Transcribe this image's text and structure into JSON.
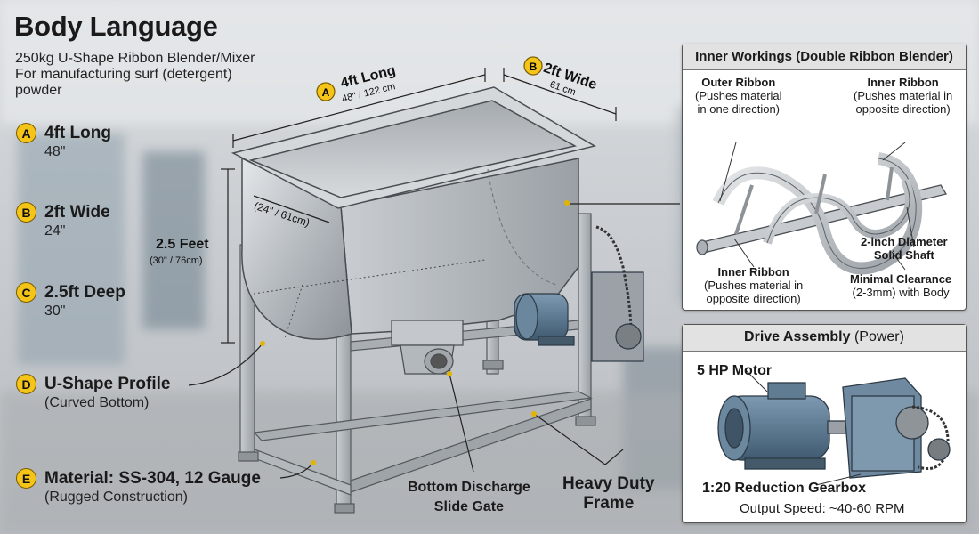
{
  "header": {
    "title": "Body Language",
    "subtitle_lines": [
      "250kg U-Shape Ribbon Blender/Mixer",
      "For manufacturing surf (detergent)",
      "powder"
    ]
  },
  "specs": [
    {
      "badge": "A",
      "label": "4ft Long",
      "value": "48\""
    },
    {
      "badge": "B",
      "label": "2ft Wide",
      "value": "24\""
    },
    {
      "badge": "C",
      "label": "2.5ft Deep",
      "value": "30\""
    },
    {
      "badge": "D",
      "label": "U-Shape Profile",
      "value": "(Curved Bottom)"
    },
    {
      "badge": "E",
      "label": "Material: SS-304, 12 Gauge",
      "value": "(Rugged Construction)"
    }
  ],
  "dimensions": {
    "length": {
      "badge": "A",
      "label": "4ft Long",
      "sub": "48\" / 122 cm"
    },
    "width": {
      "badge": "B",
      "label": "2ft Wide",
      "sub": "61 cm"
    },
    "depth_label": "2.5 Feet",
    "depth_sub": "(30\" / 76cm)",
    "inner_width": "(24\" / 61cm)"
  },
  "callouts": {
    "discharge_line1": "Bottom Discharge",
    "discharge_line2": "Slide Gate",
    "frame_line1": "Heavy Duty",
    "frame_line2": "Frame"
  },
  "inner_panel": {
    "title": "Inner Workings (Double Ribbon Blender)",
    "outer_ribbon": {
      "name": "Outer Ribbon",
      "desc1": "(Pushes material",
      "desc2": "in one direction)"
    },
    "inner_ribbon_top": {
      "name": "Inner Ribbon",
      "desc1": "(Pushes material in",
      "desc2": "opposite direction)"
    },
    "inner_ribbon_bottom": {
      "name": "Inner Ribbon",
      "desc1": "(Pushes material in",
      "desc2": "opposite direction)"
    },
    "shaft": {
      "line1": "2-inch Diameter",
      "line2": "Solid Shaft"
    },
    "clearance": {
      "line1": "Minimal Clearance",
      "line2": "(2-3mm) with Body"
    }
  },
  "drive_panel": {
    "title_bold": "Drive Assembly",
    "title_normal": "(Power)",
    "motor": "5 HP Motor",
    "gearbox": "1:20 Reduction Gearbox",
    "speed": "Output Speed: ~40-60 RPM"
  },
  "colors": {
    "badge": "#f5c418",
    "steel": "#b9bdc1",
    "motor": "#5a7a94",
    "leader": "#e2b400"
  }
}
